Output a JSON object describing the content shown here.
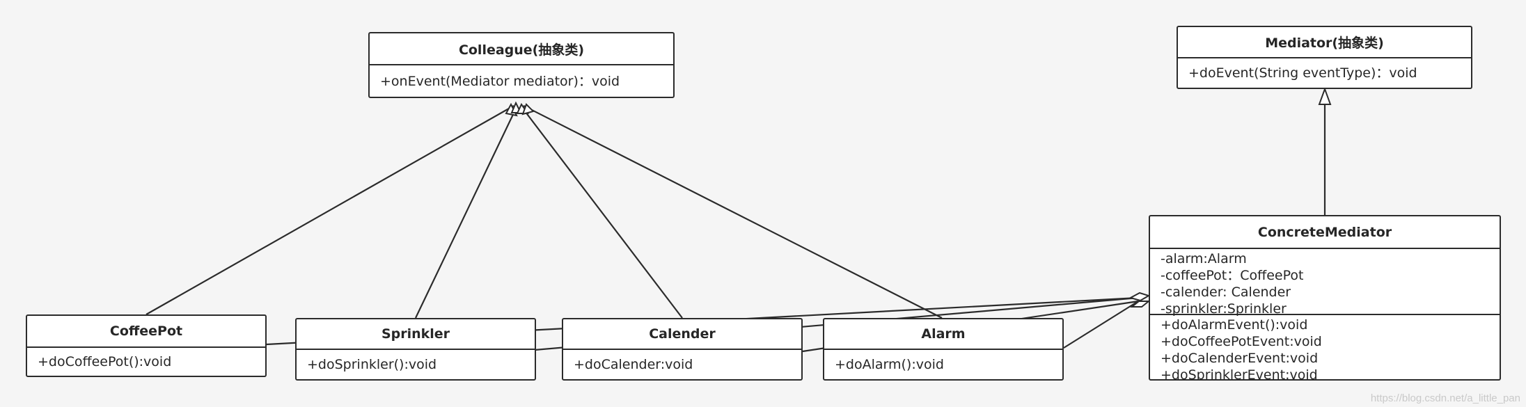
{
  "diagram": {
    "colleague": {
      "title": "Colleague(抽象类)",
      "methods": [
        "+onEvent(Mediator mediator)：void"
      ]
    },
    "mediator": {
      "title": "Mediator(抽象类)",
      "methods": [
        "+doEvent(String eventType)：void"
      ]
    },
    "coffeepot": {
      "title": "CoffeePot",
      "methods": [
        "+doCoffeePot():void"
      ]
    },
    "sprinkler": {
      "title": "Sprinkler",
      "methods": [
        "+doSprinkler():void"
      ]
    },
    "calender": {
      "title": "Calender",
      "methods": [
        "+doCalender:void"
      ]
    },
    "alarm": {
      "title": "Alarm",
      "methods": [
        "+doAlarm():void"
      ]
    },
    "concrete_mediator": {
      "title": "ConcreteMediator",
      "attributes": [
        "-alarm:Alarm",
        "-coffeePot：CoffeePot",
        "-calender: Calender",
        "-sprinkler:Sprinkler"
      ],
      "methods": [
        "+doAlarmEvent():void",
        "+doCoffeePotEvent:void",
        "+doCalenderEvent:void",
        "+doSprinklerEvent:void"
      ]
    },
    "relations": [
      {
        "from": "coffeepot",
        "to": "colleague",
        "kind": "generalization"
      },
      {
        "from": "sprinkler",
        "to": "colleague",
        "kind": "generalization"
      },
      {
        "from": "calender",
        "to": "colleague",
        "kind": "generalization"
      },
      {
        "from": "alarm",
        "to": "colleague",
        "kind": "generalization"
      },
      {
        "from": "concrete_mediator",
        "to": "mediator",
        "kind": "generalization"
      },
      {
        "from": "coffeepot",
        "to": "concrete_mediator",
        "kind": "aggregation"
      },
      {
        "from": "sprinkler",
        "to": "concrete_mediator",
        "kind": "aggregation"
      },
      {
        "from": "calender",
        "to": "concrete_mediator",
        "kind": "aggregation"
      },
      {
        "from": "alarm",
        "to": "concrete_mediator",
        "kind": "aggregation"
      }
    ]
  },
  "watermark": "https://blog.csdn.net/a_little_pan",
  "colors": {
    "background": "#f5f5f5",
    "stroke": "#2b2b2b",
    "box_fill": "#ffffff",
    "text": "#262626"
  }
}
